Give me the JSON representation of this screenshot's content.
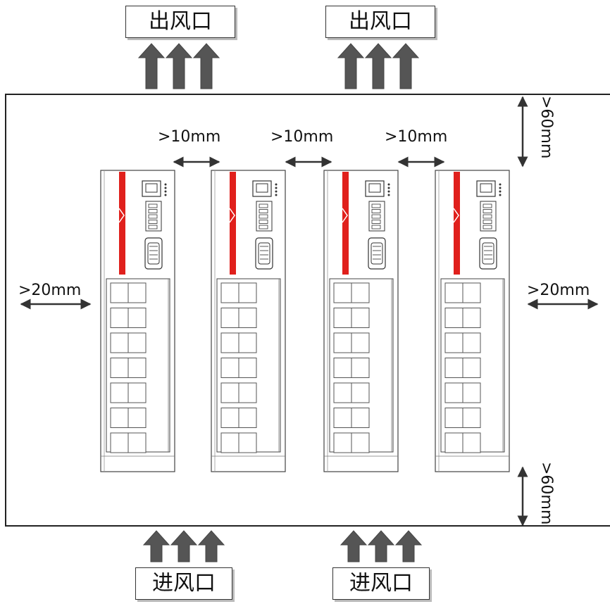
{
  "airflow": {
    "outlet_label": "出风口",
    "inlet_label": "进风口"
  },
  "clearances": {
    "between_drives": ">10mm",
    "side": ">20mm",
    "top": ">60mm",
    "bottom": ">60mm"
  },
  "drives": [
    {
      "id": 1
    },
    {
      "id": 2
    },
    {
      "id": 3
    },
    {
      "id": 4
    }
  ],
  "colors": {
    "accent_stripe": "#e0201c",
    "arrow_fill": "#555555",
    "outline": "#333333"
  }
}
